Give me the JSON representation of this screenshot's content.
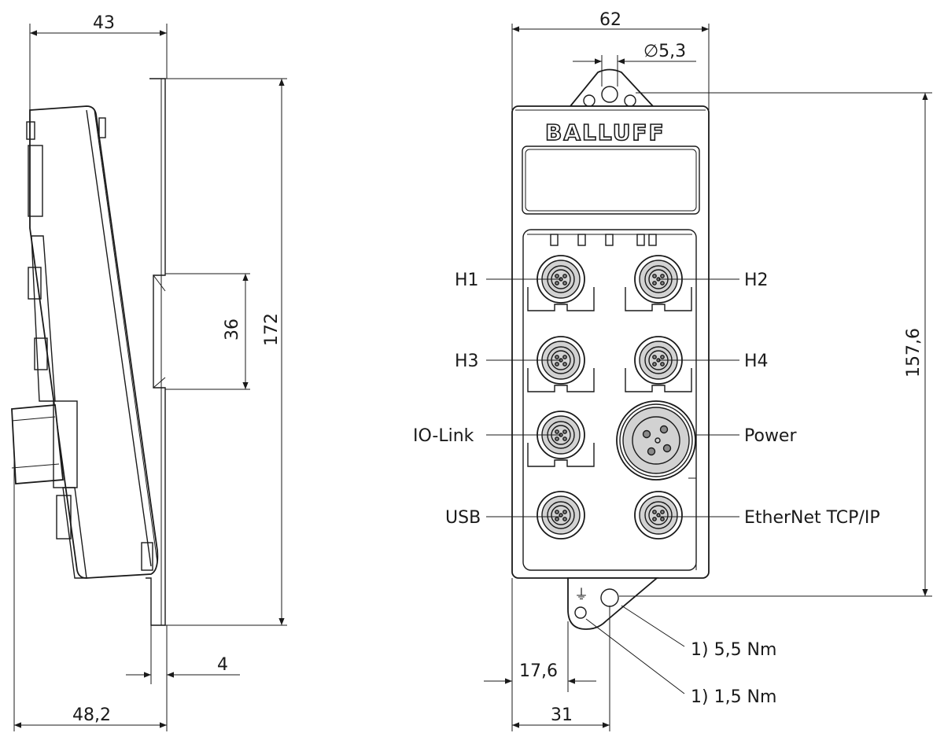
{
  "brand": "BALLUFF",
  "side_view": {
    "dim_top": "43",
    "dim_height": "172",
    "dim_rail": "36",
    "dim_offset": "4",
    "dim_bottom": "48,2"
  },
  "front_view": {
    "dim_width": "62",
    "dim_hole": "∅5,3",
    "dim_height": "157,6",
    "dim_left_offset": "17,6",
    "dim_bottom": "31",
    "ports": {
      "h1": "H1",
      "h2": "H2",
      "h3": "H3",
      "h4": "H4",
      "iolink": "IO-Link",
      "power": "Power",
      "usb": "USB",
      "ethernet": "EtherNet TCP/IP"
    },
    "torque_1": "1) 5,5 Nm",
    "torque_2": "1) 1,5 Nm",
    "ground_symbol": "⏚"
  },
  "colors": {
    "line": "#1a1a1a",
    "housing_fill": "#ffffff",
    "connector_fill": "#d2d2d2"
  }
}
